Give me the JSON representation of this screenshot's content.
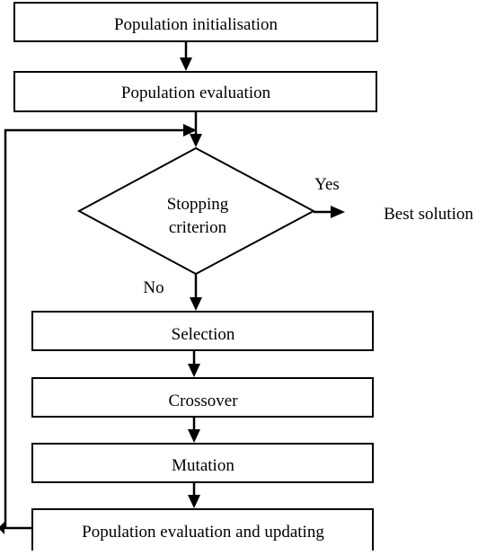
{
  "diagram": {
    "boxes": {
      "init": "Population initialisation",
      "eval": "Population evaluation",
      "selection": "Selection",
      "crossover": "Crossover",
      "mutation": "Mutation",
      "update": "Population evaluation and updating"
    },
    "decision": {
      "line1": "Stopping",
      "line2": "criterion"
    },
    "labels": {
      "yes": "Yes",
      "no": "No",
      "result": "Best solution"
    }
  }
}
